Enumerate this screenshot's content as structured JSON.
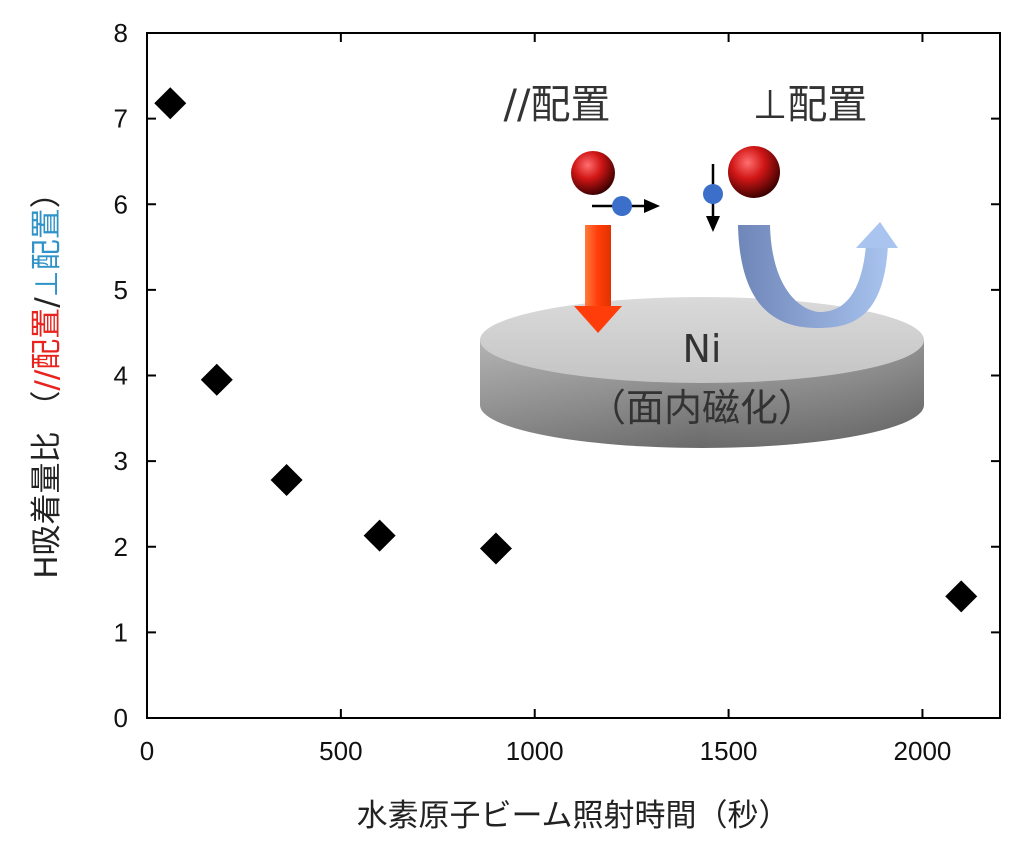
{
  "chart_data": {
    "type": "scatter",
    "x_title": "水素原子ビーム照射時間（秒）",
    "y_title_parts": [
      {
        "text": "H吸着量比 （",
        "color": "#222222"
      },
      {
        "text": "//配置",
        "color": "#e8231e"
      },
      {
        "text": "/",
        "color": "#222222"
      },
      {
        "text": "⊥配置",
        "color": "#2f93c8"
      },
      {
        "text": "）",
        "color": "#222222"
      }
    ],
    "xlim": [
      0,
      2200
    ],
    "ylim": [
      0,
      8
    ],
    "x_ticks": [
      0,
      500,
      1000,
      1500,
      2000
    ],
    "y_ticks": [
      0,
      1,
      2,
      3,
      4,
      5,
      6,
      7,
      8
    ],
    "grid": false,
    "marker": "diamond",
    "marker_color": "#000000",
    "points": [
      {
        "x": 60,
        "y": 7.18
      },
      {
        "x": 180,
        "y": 3.95
      },
      {
        "x": 360,
        "y": 2.78
      },
      {
        "x": 600,
        "y": 2.13
      },
      {
        "x": 900,
        "y": 1.98
      },
      {
        "x": 2100,
        "y": 1.42
      }
    ],
    "inset": {
      "label_parallel": "//配置",
      "label_perpendicular": "⊥配置",
      "surface_name": "Ni",
      "surface_note": "（面内磁化）",
      "colors": {
        "adsorb_arrow": "#ff4a10",
        "reflect_arrow": "#7d9fd6",
        "hydrogen": "#3b6fc9",
        "partner_atom": "#c21010"
      }
    }
  }
}
